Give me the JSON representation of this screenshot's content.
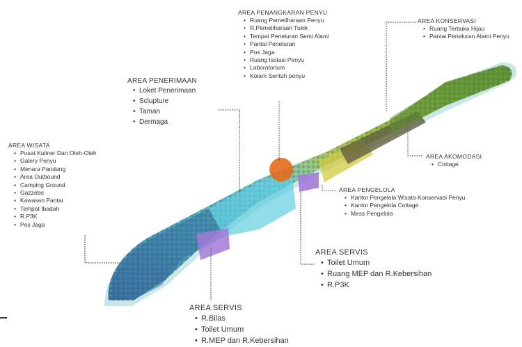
{
  "areas": {
    "wisata": {
      "title": "AREA WISATA",
      "items": [
        "Pusat Kuliner Dan Oleh-Oleh",
        "Galery Penyu",
        "Menara Pandang",
        "Area Outbound",
        "Camping Ground",
        "Gazzebo",
        "Kawasan Pantai",
        "Tempat Ibadah",
        "R.P3K",
        "Pos Jaga"
      ]
    },
    "penerimaan": {
      "title": "AREA PENERIMAAN",
      "items": [
        "Loket Penerimaan",
        "Sclupture",
        "Taman",
        "Dermaga"
      ]
    },
    "penangkaran": {
      "title": "AREA PENANGKARAN PENYU",
      "items": [
        "Ruang Pemeliharaan Penyu",
        "R.Pemeliharaan Tukik",
        "Tempat Peneluran Semi Alami",
        "Pantai Peneluran",
        "Pos Jaga",
        "Ruang Isolasi Penyu",
        "Laboratorium",
        "Kolam Sentuh penyu"
      ]
    },
    "konservasi": {
      "title": "AREA KONSERVASI",
      "items": [
        "Ruang Terbuka Hijau",
        "Pantai Peneluran Alami Penyu"
      ]
    },
    "akomodasi": {
      "title": "AREA AKOMODASI",
      "items": [
        "Cottage"
      ]
    },
    "pengelola": {
      "title": "AREA PENGELOLA",
      "items": [
        "Kantor Pengelola Wisata Konservasi Penyu",
        "Kantor Pengelola Cottage",
        "Mess Pengelola"
      ]
    },
    "servis_right": {
      "title": "AREA SERVIS",
      "items": [
        "Toilet Umum",
        "Ruang MEP dan R.Kebersihan",
        "R.P3K"
      ]
    },
    "servis_bottom": {
      "title": "AREA SERVIS",
      "items": [
        "R.Bilas",
        "Toilet Umum",
        "R.MEP dan R.Kebersihan"
      ]
    }
  },
  "colors": {
    "lagoon": "#7cc3c9",
    "wisata_zone": "#3f7fa6",
    "penerimaan_zone": "#5dc7d9",
    "penangkaran_zone": "#e06a1e",
    "servis_zone": "#a07ad6",
    "pengelola_zone": "#c9c53d",
    "konservasi_zone": "#6f9e3b",
    "akomodasi_zone": "#6b6b45",
    "leader": "#555555"
  }
}
